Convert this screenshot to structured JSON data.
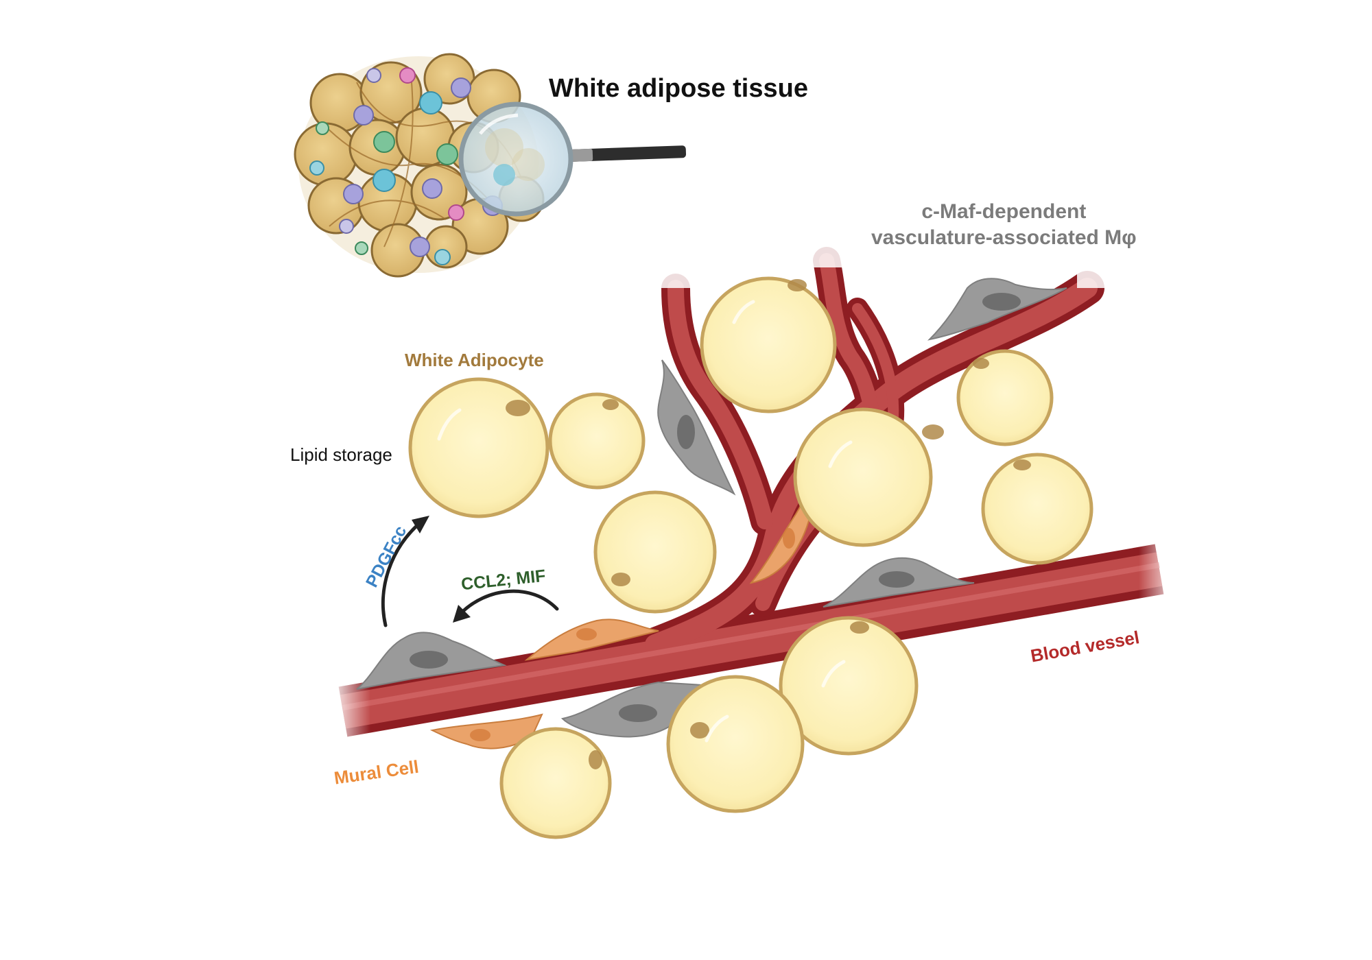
{
  "labels": {
    "title": "White adipose tissue",
    "macrophage_line1": "c-Maf-dependent",
    "macrophage_line2": "vasculature-associated Mφ",
    "adipocyte": "White Adipocyte",
    "lipid": "Lipid storage",
    "pdgf": "PDGFcc",
    "ccl": "CCL2; MIF",
    "vessel": "Blood vessel",
    "mural": "Mural Cell"
  },
  "colors": {
    "vessel_dark": "#8e1d22",
    "vessel_mid": "#b84a4a",
    "adipocyte_fill": "#fcefb4",
    "adipocyte_border": "#c6a45e",
    "macrophage": "#9a9a9a",
    "mural_cell": "#eaa36a",
    "tissue_cell": "#e3c37c"
  }
}
